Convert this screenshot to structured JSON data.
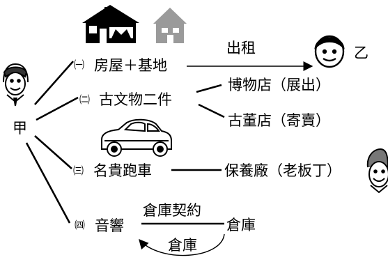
{
  "diagram": {
    "owner": "甲",
    "items": [
      {
        "number": "㈠",
        "label": "房屋＋基地",
        "relation": "出租",
        "target": "乙"
      },
      {
        "number": "㈡",
        "label": "古文物二件",
        "targets": [
          "博物店（展出）",
          "古董店（寄賣）"
        ]
      },
      {
        "number": "㈢",
        "label": "名貴跑車",
        "target": "保養廠（老板丁）"
      },
      {
        "number": "㈣",
        "label": "音響",
        "target": "倉庫",
        "relation_out": "倉庫契約",
        "relation_back": "倉庫"
      }
    ]
  },
  "icons": [
    "house-icon",
    "small-house-icon",
    "car-icon",
    "person-icon"
  ]
}
